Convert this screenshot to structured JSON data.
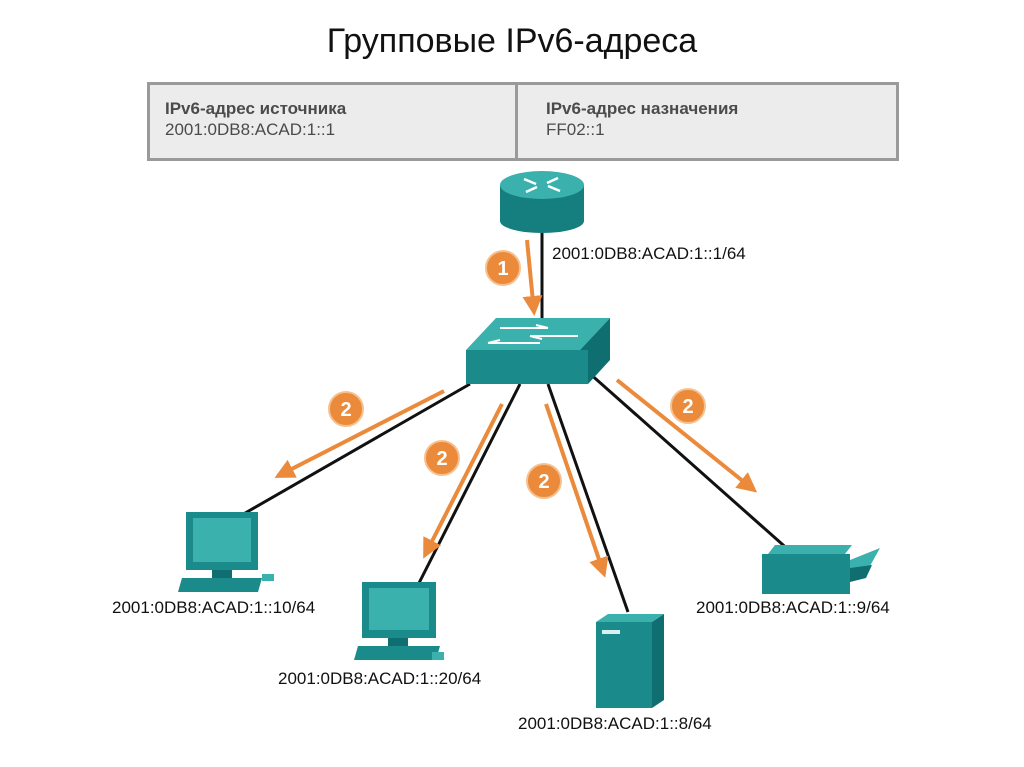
{
  "title": "Групповые IPv6-адреса",
  "header_table": {
    "source": {
      "heading": "IPv6-адрес источника",
      "value": "2001:0DB8:ACAD:1::1"
    },
    "destination": {
      "heading": "IPv6-адрес назначения",
      "value": "FF02::1"
    }
  },
  "router": {
    "address": "2001:0DB8:ACAD:1::1/64"
  },
  "hosts": {
    "pc1": "2001:0DB8:ACAD:1::10/64",
    "pc2": "2001:0DB8:ACAD:1::20/64",
    "server": "2001:0DB8:ACAD:1::8/64",
    "printer": "2001:0DB8:ACAD:1::9/64"
  },
  "steps": {
    "step1": "1",
    "step2": "2"
  },
  "colors": {
    "device": "#1a8a8a",
    "device_light": "#3ab0ad",
    "arrow": "#ea8a3a",
    "link": "#111111"
  },
  "icons": [
    "router-icon",
    "switch-icon",
    "pc-icon",
    "server-icon",
    "printer-icon"
  ]
}
